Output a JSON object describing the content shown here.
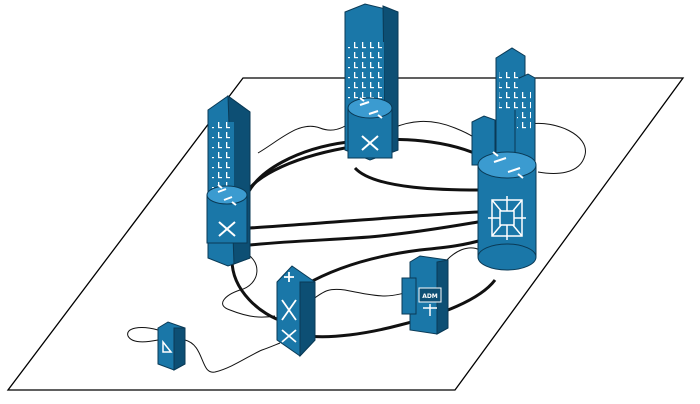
{
  "diagram": {
    "colors": {
      "device_blue": "#1a77a8",
      "device_dark": "#0d4f74",
      "device_light": "#3b9bd0",
      "outline": "#0a3a56",
      "link": "#111111",
      "plane": "#000000"
    },
    "nodes": [
      {
        "id": "building-left",
        "kind": "building-with-router",
        "icon": "router-icon"
      },
      {
        "id": "building-center",
        "kind": "building-with-router",
        "icon": "router-icon"
      },
      {
        "id": "building-right",
        "kind": "building-with-router-and-switch",
        "icon": "atm-switch-icon"
      },
      {
        "id": "optical-switch",
        "kind": "optical-cross-connect",
        "icon": "cross-connect-icon"
      },
      {
        "id": "adm-device",
        "kind": "add-drop-multiplexer",
        "icon": "adm-icon"
      },
      {
        "id": "small-device",
        "kind": "access-device",
        "icon": "access-device-icon"
      }
    ],
    "adm_label": "ADM"
  }
}
